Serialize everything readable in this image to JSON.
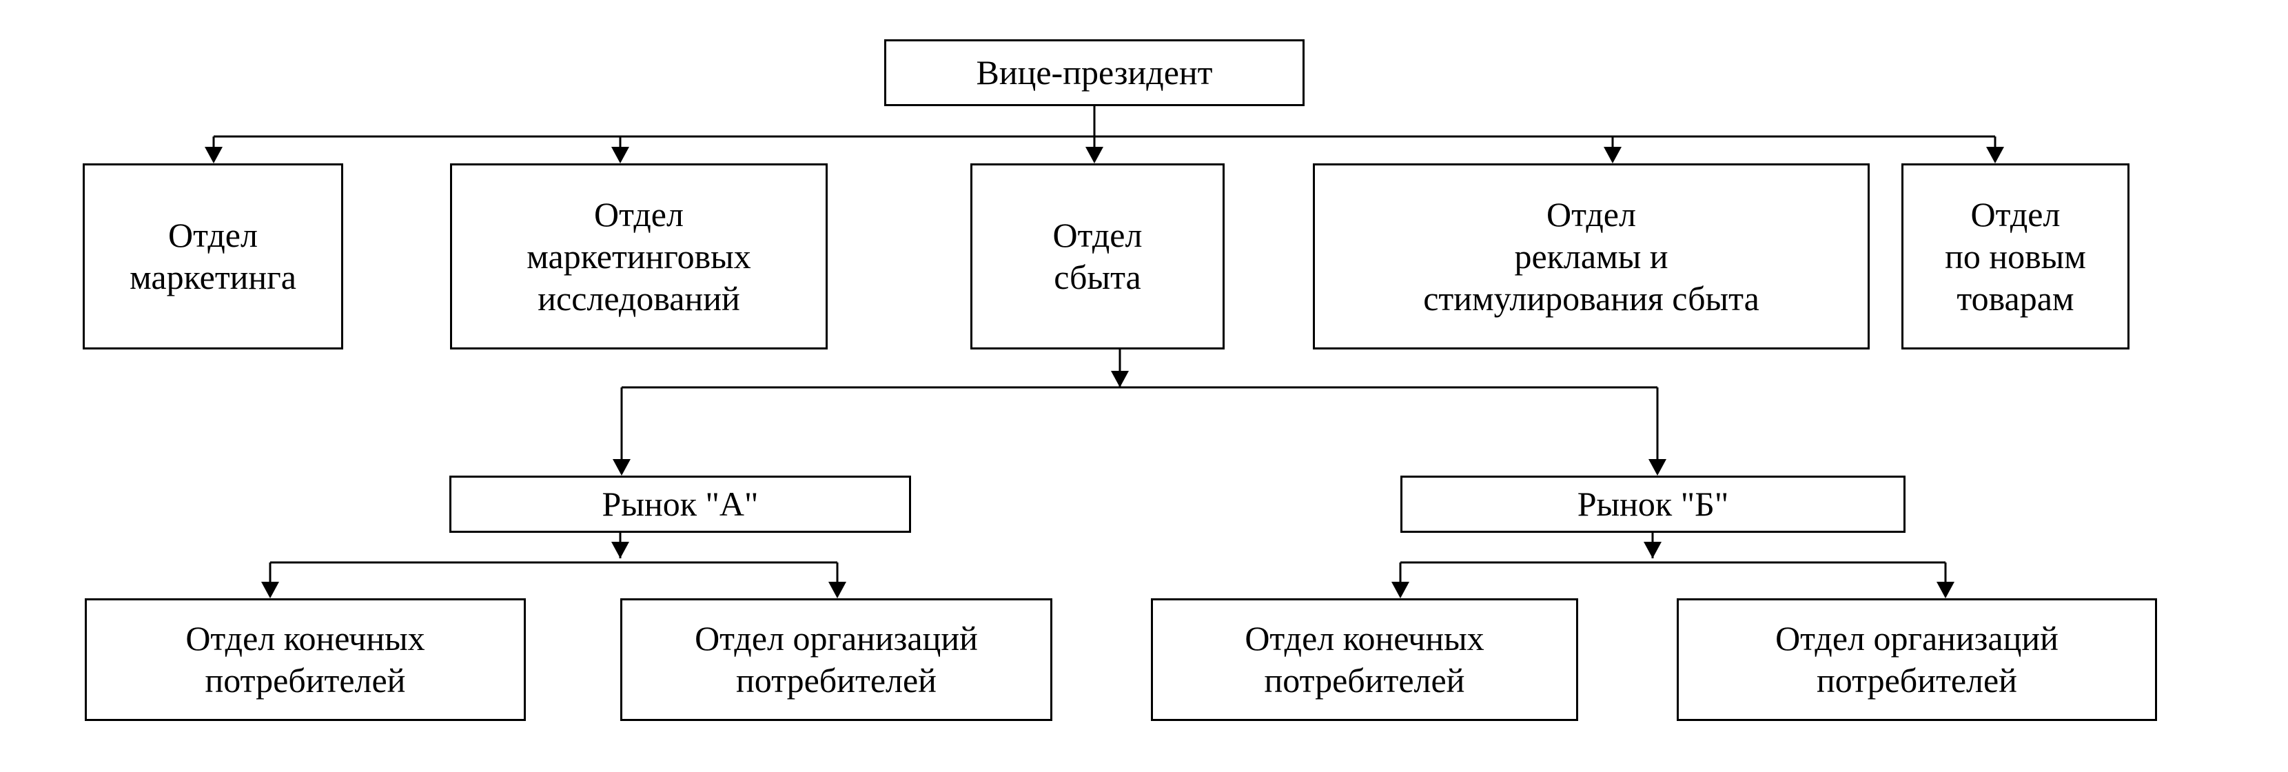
{
  "nodes": {
    "vp": {
      "lines": [
        "Вице-президент"
      ]
    },
    "marketing": {
      "lines": [
        "Отдел",
        "маркетинга"
      ]
    },
    "research": {
      "lines": [
        "Отдел",
        "маркетинговых",
        "исследований"
      ]
    },
    "sales": {
      "lines": [
        "Отдел",
        "сбыта"
      ]
    },
    "advertising": {
      "lines": [
        "Отдел",
        "рекламы и",
        "стимулирования сбыта"
      ]
    },
    "new_products": {
      "lines": [
        "Отдел",
        "по новым",
        "товарам"
      ]
    },
    "market_a": {
      "lines": [
        "Рынок \"А\""
      ]
    },
    "market_b": {
      "lines": [
        "Рынок \"Б\""
      ]
    },
    "a_end_consumers": {
      "lines": [
        "Отдел конечных",
        "потребителей"
      ]
    },
    "a_org_consumers": {
      "lines": [
        "Отдел организаций",
        "потребителей"
      ]
    },
    "b_end_consumers": {
      "lines": [
        "Отдел конечных",
        "потребителей"
      ]
    },
    "b_org_consumers": {
      "lines": [
        "Отдел организаций",
        "потребителей"
      ]
    }
  },
  "edges": [
    {
      "from": "vp",
      "to": "marketing"
    },
    {
      "from": "vp",
      "to": "research"
    },
    {
      "from": "vp",
      "to": "sales"
    },
    {
      "from": "vp",
      "to": "advertising"
    },
    {
      "from": "vp",
      "to": "new_products"
    },
    {
      "from": "sales",
      "to": "market_a"
    },
    {
      "from": "sales",
      "to": "market_b"
    },
    {
      "from": "market_a",
      "to": "a_end_consumers"
    },
    {
      "from": "market_a",
      "to": "a_org_consumers"
    },
    {
      "from": "market_b",
      "to": "b_end_consumers"
    },
    {
      "from": "market_b",
      "to": "b_org_consumers"
    }
  ],
  "colors": {
    "line": "#000000",
    "box_fill": "#ffffff",
    "text": "#000000"
  }
}
